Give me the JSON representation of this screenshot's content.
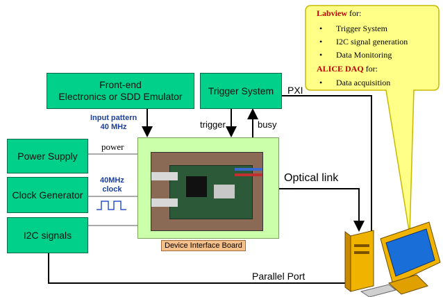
{
  "nodes": {
    "frontend": "Front-end\nElectronics or SDD Emulator",
    "trigger_system": "Trigger System",
    "power_supply": "Power Supply",
    "clock_generator": "Clock Generator",
    "i2c_signals": "I2C signals",
    "device_interface_board": "Device Interface Board"
  },
  "edge_labels": {
    "input_pattern": "Input pattern\n40 MHz",
    "power": "power",
    "clock": "40MHz\nclock",
    "trigger": "trigger",
    "busy": "busy",
    "pxi": "PXI",
    "optical_link": "Optical link",
    "parallel_port": "Parallel Port"
  },
  "callout": {
    "labview_title": "Labview",
    "labview_suffix": " for:",
    "labview_items": [
      "Trigger System",
      "I2C signal generation",
      "Data Monitoring"
    ],
    "alice_title": "ALICE DAQ",
    "alice_suffix": " for:",
    "alice_items": [
      "Data acquisition"
    ]
  },
  "colors": {
    "box_fill": "#00d08a",
    "dib_fill": "#ccffaa",
    "callout_fill": "#ffff88",
    "highlight_text": "#c00000",
    "link_label_text": "#1a3fa0"
  }
}
